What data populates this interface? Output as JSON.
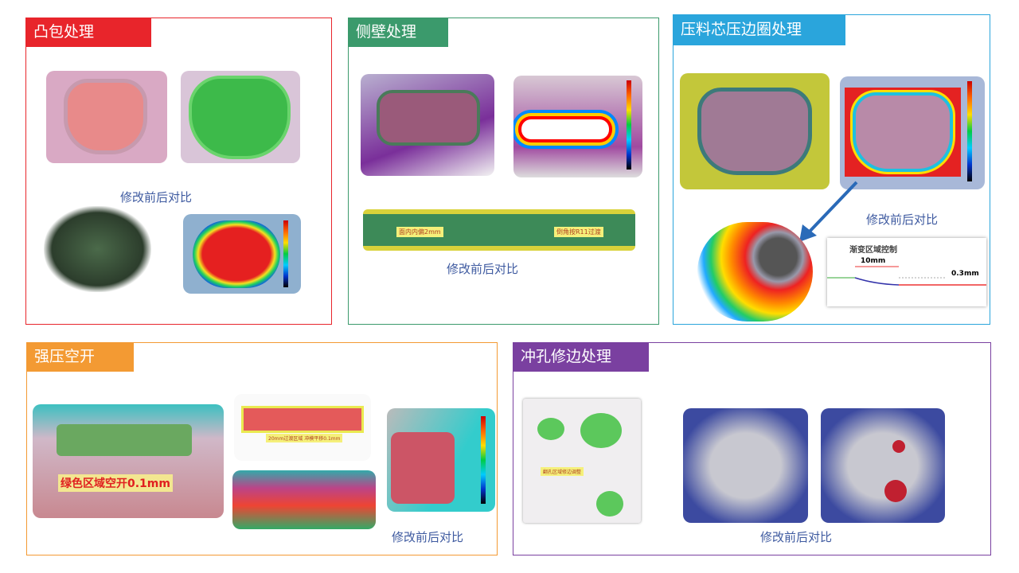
{
  "panels": [
    {
      "title": "凸包处理",
      "color": "#e8252b",
      "caption": "修改前后对比"
    },
    {
      "title": "侧壁处理",
      "color": "#3b9a6c",
      "caption": "修改前后对比",
      "labels": [
        "面内内偏2mm",
        "倒角按R11过渡"
      ]
    },
    {
      "title": "压料芯压边圈处理",
      "color": "#2aa5dc",
      "caption": "修改前后对比",
      "detail": {
        "title": "渐变区域控制",
        "width": "10mm",
        "offset": "0.3mm"
      }
    },
    {
      "title": "强压空开",
      "color": "#f39a33",
      "caption": "修改前后对比",
      "labels": [
        "绿色区域空开0.1mm",
        "20mm过渡区域 冲模平移0.1mm"
      ]
    },
    {
      "title": "冲孔修边处理",
      "color": "#7a40a0",
      "caption": "修改前后对比",
      "labels": [
        "翻孔区域修边调整"
      ]
    }
  ]
}
